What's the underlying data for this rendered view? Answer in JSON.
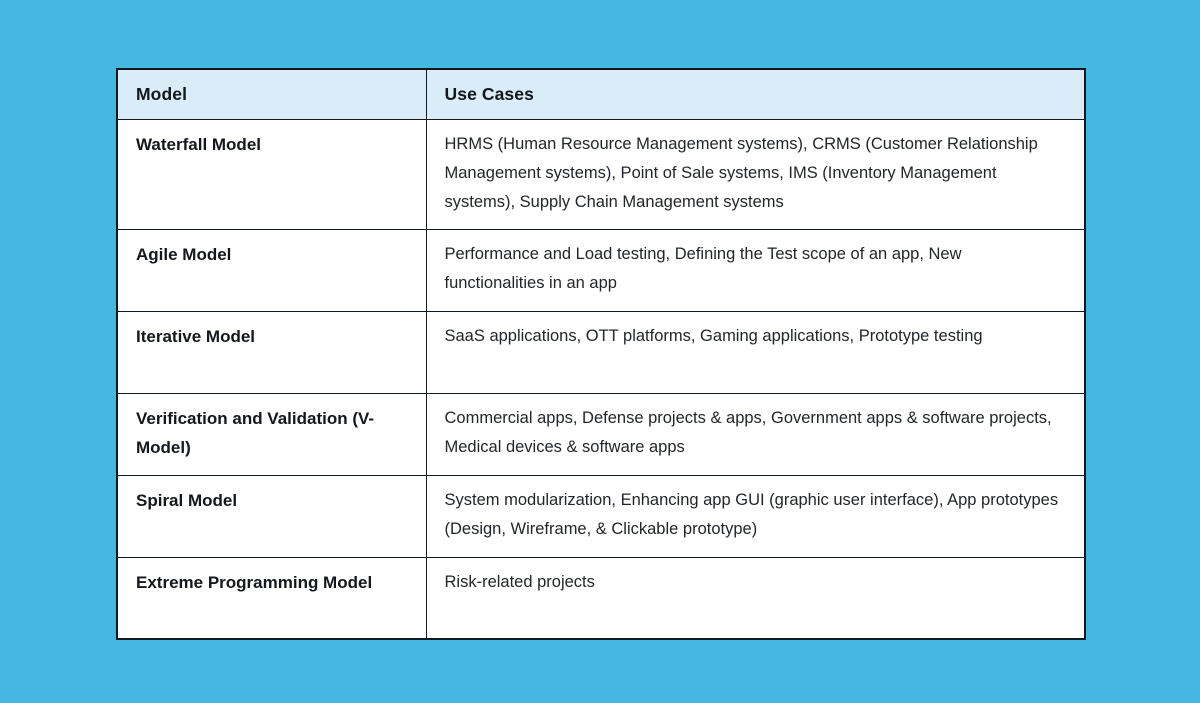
{
  "table": {
    "headers": {
      "model": "Model",
      "use_cases": "Use Cases"
    },
    "rows": [
      {
        "model": "Waterfall Model",
        "use_cases": "HRMS (Human Resource Management systems), CRMS (Customer Relationship Management systems), Point of Sale systems, IMS (Inventory Management systems), Supply Chain Management systems"
      },
      {
        "model": "Agile Model",
        "use_cases": "Performance and Load testing, Defining the Test scope of an app, New functionalities in an app"
      },
      {
        "model": "Iterative Model",
        "use_cases": "SaaS applications, OTT platforms, Gaming applications, Prototype testing"
      },
      {
        "model": "Verification and Validation (V-Model)",
        "use_cases": "Commercial apps, Defense projects & apps, Government apps & software projects, Medical devices & software apps"
      },
      {
        "model": "Spiral Model",
        "use_cases": "System modularization, Enhancing app GUI (graphic user interface), App prototypes (Design, Wireframe, & Clickable prototype)"
      },
      {
        "model": "Extreme Programming Model",
        "use_cases": "Risk-related projects"
      }
    ],
    "colors": {
      "page_background": "#45B7E0",
      "header_background": "#D9ECF8",
      "cell_background": "#FFFFFF",
      "border": "#101820",
      "header_text": "#14171C",
      "body_text": "#22262B"
    }
  },
  "chart_data": {
    "type": "table",
    "title": "",
    "columns": [
      "Model",
      "Use Cases"
    ],
    "rows": [
      [
        "Waterfall Model",
        "HRMS (Human Resource Management systems), CRMS (Customer Relationship Management systems), Point of Sale systems, IMS (Inventory Management systems), Supply Chain Management systems"
      ],
      [
        "Agile Model",
        "Performance and Load testing, Defining the Test scope of an app, New functionalities in an app"
      ],
      [
        "Iterative Model",
        "SaaS applications, OTT platforms, Gaming applications, Prototype testing"
      ],
      [
        "Verification and Validation (V-Model)",
        "Commercial apps, Defense projects & apps, Government apps & software projects, Medical devices & software apps"
      ],
      [
        "Spiral Model",
        "System modularization, Enhancing app GUI (graphic user interface), App prototypes (Design, Wireframe, & Clickable prototype)"
      ],
      [
        "Extreme Programming Model",
        "Risk-related projects"
      ]
    ]
  }
}
